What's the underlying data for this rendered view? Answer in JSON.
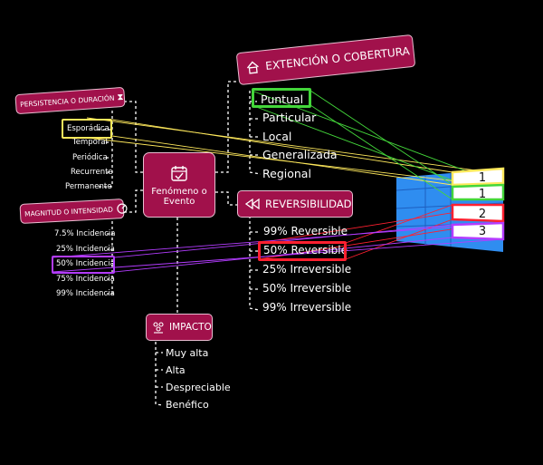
{
  "center": {
    "label_line1": "Fenómeno o",
    "label_line2": "Evento"
  },
  "persistencia": {
    "title": "PERSISTENCIA O DURACIÓN",
    "items": [
      "Esporádica",
      "Temporal",
      "Periódica",
      "Recurrente",
      "Permanente"
    ]
  },
  "magnitud": {
    "title": "MAGNITUD O INTENSIDAD",
    "items": [
      "7.5% Incidencia",
      "25% Incidencia",
      "50% Incidencia",
      "75% Incidencia",
      "99% Incidencia"
    ]
  },
  "extension": {
    "title": "EXTENCIÓN O COBERTURA",
    "items": [
      "Puntual",
      "Particular",
      "Local",
      "Generalizada",
      "Regional"
    ]
  },
  "reversibilidad": {
    "title": "REVERSIBILIDAD",
    "items": [
      "99% Reversible",
      "50% Reversible",
      "25% Irreversible",
      "50% Irreversible",
      "99% Irreversible"
    ]
  },
  "impacto": {
    "title": "IMPACTO",
    "items": [
      "Muy alta",
      "Alta",
      "Despreciable",
      "Benéfico"
    ]
  },
  "scores": [
    "1",
    "1",
    "2",
    "3"
  ],
  "colors": {
    "box": "#a1114b",
    "yellow": "#ffe95c",
    "green": "#43d63a",
    "red": "#ff2030",
    "purple": "#b33cff",
    "panel": "#2f8df0"
  },
  "icons": {
    "persistencia": "hourglass-icon",
    "magnitud": "gauge-icon",
    "extension": "house-icon",
    "reversibilidad": "rewind-icon",
    "impacto": "crowd-icon",
    "center": "calendar-check-icon"
  }
}
